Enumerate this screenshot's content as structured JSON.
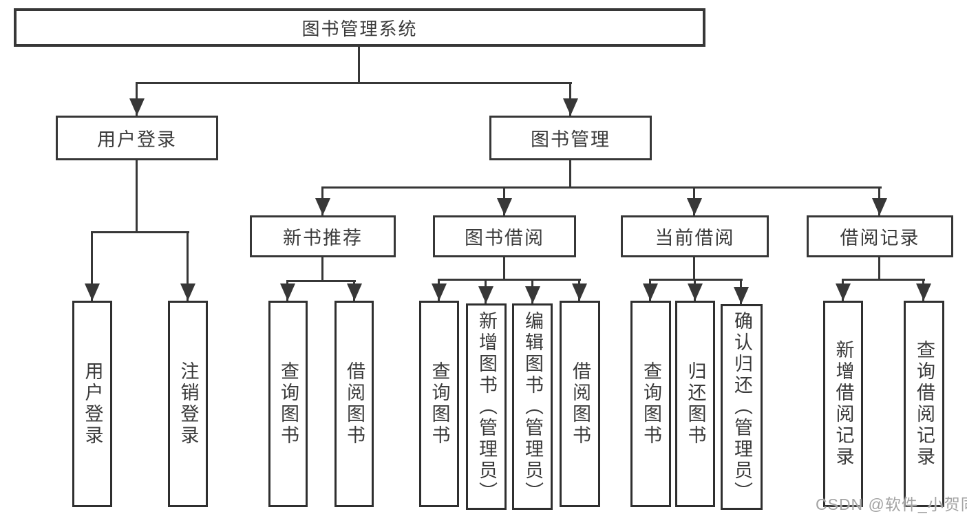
{
  "tree": {
    "label": "图书管理系统",
    "children": [
      {
        "label": "用户登录",
        "children": [
          {
            "label": "用户登录"
          },
          {
            "label": "注销登录"
          }
        ]
      },
      {
        "label": "图书管理",
        "children": [
          {
            "label": "新书推荐",
            "children": [
              {
                "label": "查询图书"
              },
              {
                "label": "借阅图书"
              }
            ]
          },
          {
            "label": "图书借阅",
            "children": [
              {
                "label": "查询图书"
              },
              {
                "label": "新增图书（管理员）"
              },
              {
                "label": "编辑图书（管理员）"
              },
              {
                "label": "借阅图书"
              }
            ]
          },
          {
            "label": "当前借阅",
            "children": [
              {
                "label": "查询图书"
              },
              {
                "label": "归还图书"
              },
              {
                "label": "确认归还（管理员）"
              }
            ]
          },
          {
            "label": "借阅记录",
            "children": [
              {
                "label": "新增借阅记录"
              },
              {
                "label": "查询借阅记录"
              }
            ]
          }
        ]
      }
    ]
  },
  "watermark": {
    "text": "CSDN @软件_小贺同学",
    "color": "#a3a3a3"
  },
  "colors": {
    "line": "#373737",
    "box_border": "#373737",
    "text": "#3a3a3a",
    "background": "#ffffff"
  }
}
